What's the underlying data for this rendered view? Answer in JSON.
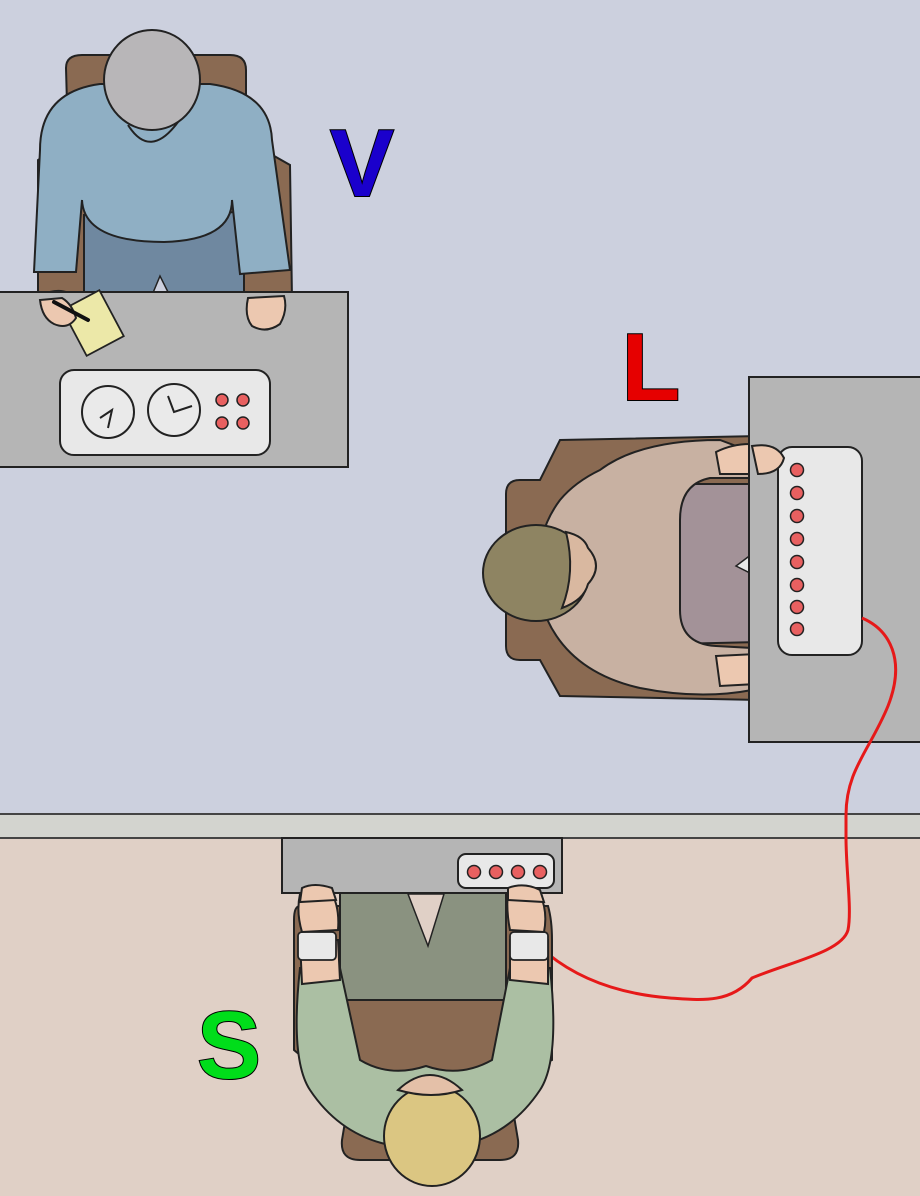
{
  "labels": {
    "experimenter": "V",
    "teacher": "L",
    "learner": "S"
  },
  "colors": {
    "experimenter_label": "#1a00cc",
    "teacher_label": "#e60000",
    "learner_label": "#00dd1a",
    "upper_room": "#ccd0de",
    "lower_room": "#e0d0c6",
    "wire": "#e61919",
    "indicator_light": "#e86060"
  }
}
